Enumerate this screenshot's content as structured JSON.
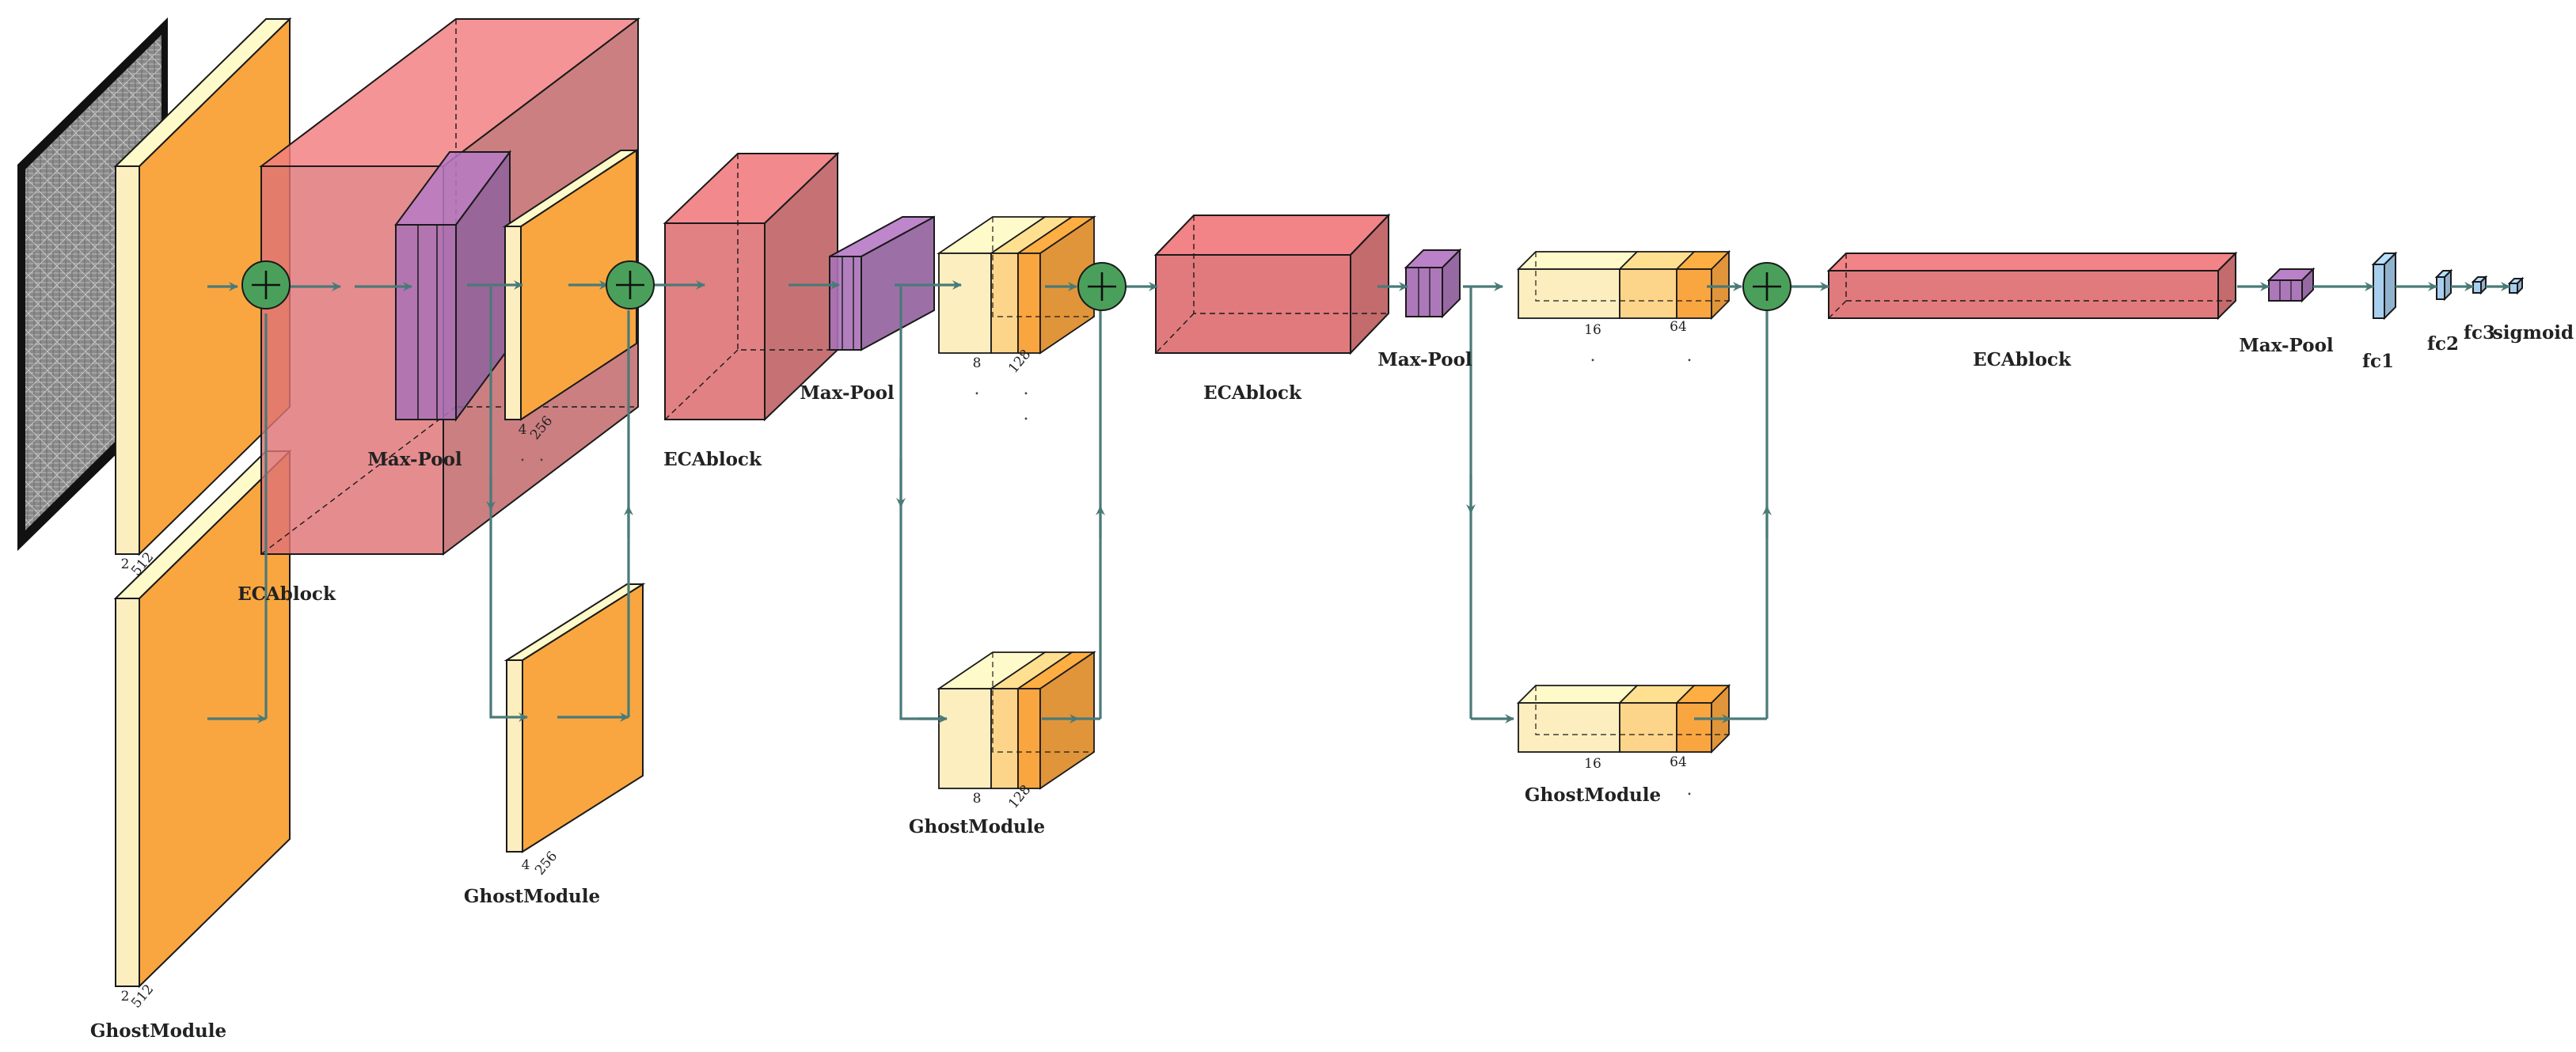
{
  "colors": {
    "conv_light": "#fdeec0",
    "conv_mid": "#fdd58a",
    "conv_dark": "#f9a640",
    "eca": "#df7376",
    "pool": "#a971b6",
    "fc": "#a9cfee",
    "sum": "#4aa05a",
    "arrow": "#4a7a78"
  },
  "labels": {
    "eca1": "ECAblock",
    "ghost1": "GhostModule",
    "maxpool1": "Max-Pool",
    "ghost2": "GhostModule",
    "eca2": "ECAblock",
    "maxpool2": "Max-Pool",
    "ghost3": "GhostModule",
    "eca3": "ECAblock",
    "maxpool3": "Max-Pool",
    "ghost4": "GhostModule",
    "eca4": "ECAblock",
    "maxpool4": "Max-Pool",
    "fc1": "fc1",
    "fc2": "fc2",
    "fc3": "fc3",
    "sigmoid": "sigmoid"
  },
  "dims": {
    "b1_top_a": "2",
    "b1_top_b": "512",
    "b1_bot_a": "2",
    "b1_bot_b": "512",
    "b2_top_a": "4",
    "b2_top_b": "256",
    "b2_bot_a": "4",
    "b2_bot_b": "256",
    "b3_top_a": "8",
    "b3_top_b": "128",
    "b3_bot_a": "8",
    "b3_bot_b": "128",
    "b4_top_a": "16",
    "b4_top_b": "64",
    "b4_bot_a": "16",
    "b4_bot_b": "64"
  },
  "dots": {
    "d1": ".",
    "d2": ".",
    "d3": ".",
    "d4": ".",
    "d5": ".",
    "d6": ".",
    "d7": ".",
    "d8": "."
  }
}
